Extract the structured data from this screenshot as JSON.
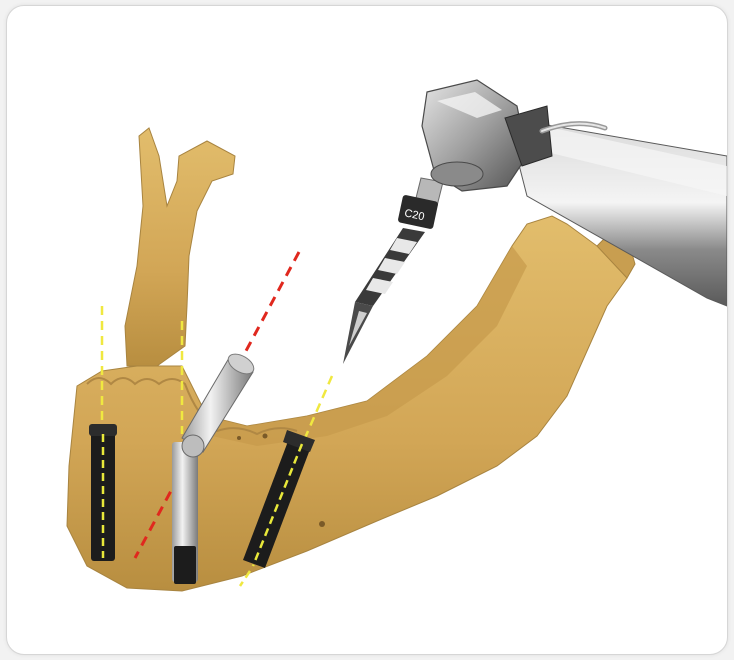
{
  "illustration": {
    "drill_label": "C20",
    "colors": {
      "bone": "#d8b060",
      "bone_shadow": "#a88440",
      "implant": "#1a1a1a",
      "implant_line": "#e8e83a",
      "axis_yellow": "#f0e840",
      "axis_red": "#e0281e",
      "handpiece": "#9a9a9a"
    },
    "icons": [
      "mandible-bone",
      "dental-implant",
      "surgical-drill",
      "handpiece"
    ]
  }
}
